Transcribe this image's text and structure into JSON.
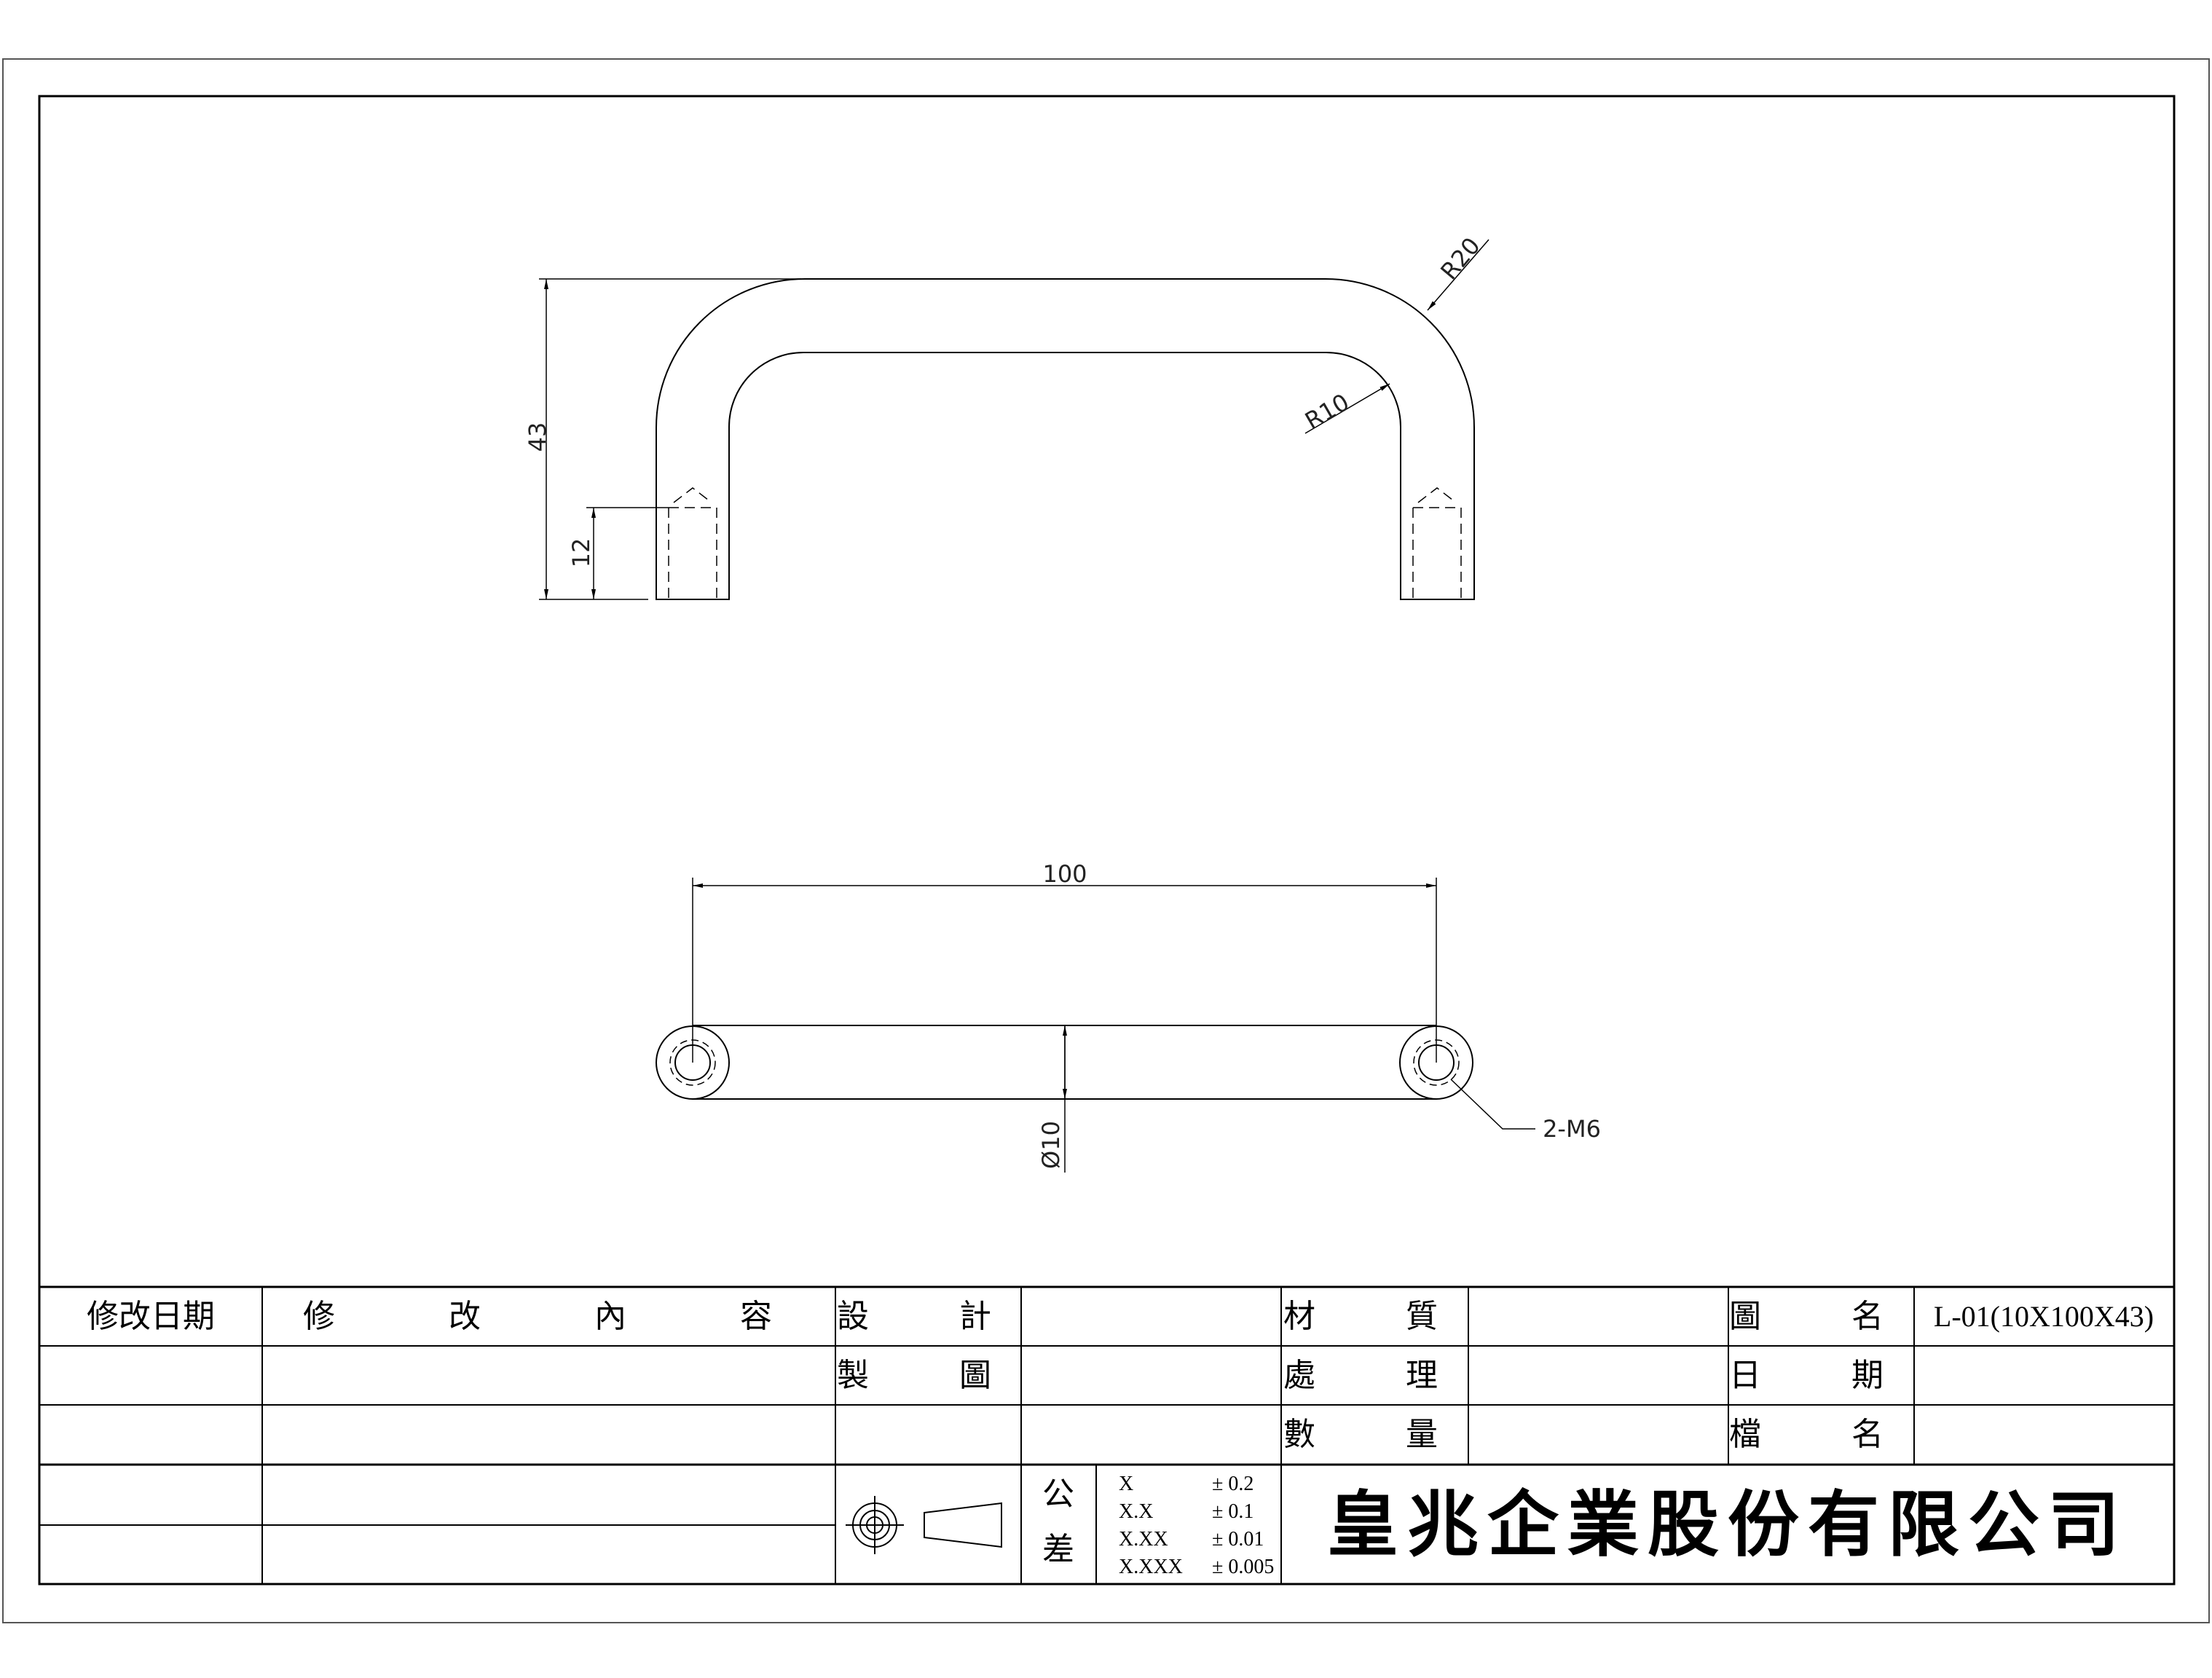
{
  "drawing": {
    "dimensions": {
      "height": "43",
      "thread_depth": "12",
      "outer_radius": "R20",
      "inner_radius": "R10",
      "center_distance": "100",
      "diameter": "Ø10",
      "thread_callout": "2-M6"
    }
  },
  "title_block": {
    "revision_header": {
      "date": "修改日期",
      "content": [
        "修",
        "改",
        "內",
        "容"
      ]
    },
    "designer_label": "設　計",
    "drafter_label": "製　圖",
    "material_label": "材　質",
    "treatment_label": "處　理",
    "quantity_label": "數　量",
    "drawing_name_label": "圖　名",
    "drawing_name_value": "L-01(10X100X43)",
    "date_label": "日　期",
    "file_name_label": "檔　名",
    "tolerance_label": [
      "公",
      "差"
    ],
    "tolerances": [
      {
        "format": "X",
        "value": "± 0.2"
      },
      {
        "format": "X.X",
        "value": "± 0.1"
      },
      {
        "format": "X.XX",
        "value": "± 0.01"
      },
      {
        "format": "X.XXX",
        "value": "± 0.005"
      }
    ],
    "company_name": "皇兆企業股份有限公司"
  }
}
